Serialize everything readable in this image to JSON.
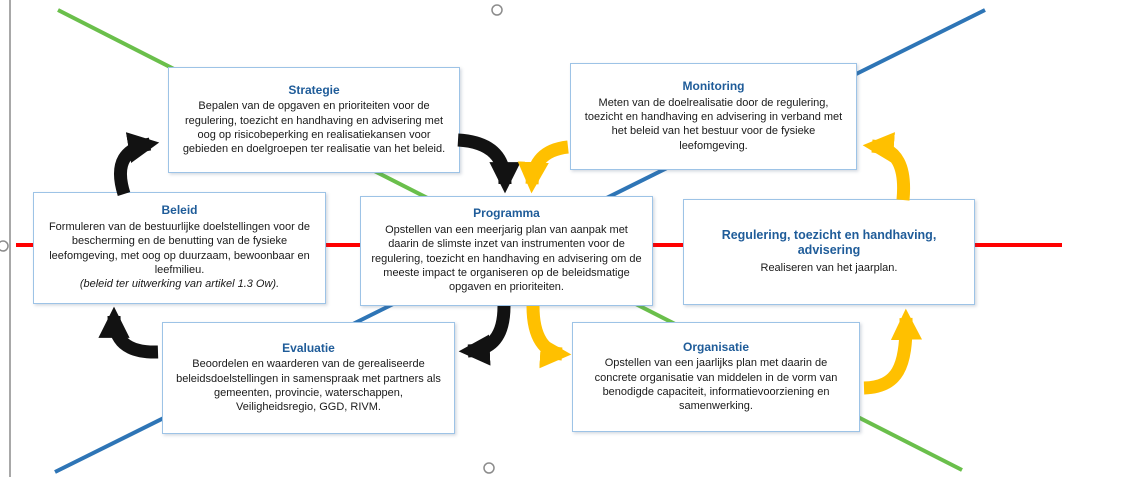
{
  "colors": {
    "title_blue": "#1f5c99",
    "box_border": "#9dc3e6",
    "arrow_black": "#121212",
    "arrow_gold": "#ffc000",
    "line_red": "#ff0000",
    "line_green": "#6abf4b",
    "line_blue": "#2e75b6",
    "handle_gray": "#8c8c8c"
  },
  "boxes": {
    "strategie": {
      "title": "Strategie",
      "body": "Bepalen van de opgaven en prioriteiten voor de regulering, toezicht en handhaving en advisering met oog op risicobeperking en realisatiekansen voor gebieden en doelgroepen ter realisatie van het beleid."
    },
    "monitoring": {
      "title": "Monitoring",
      "body": "Meten van de doelrealisatie door de regulering, toezicht en handhaving en advisering in verband met het beleid van het bestuur voor de fysieke leefomgeving."
    },
    "beleid": {
      "title": "Beleid",
      "body": "Formuleren van de bestuurlijke doelstellingen voor de bescherming en de benutting van de fysieke leefomgeving, met oog op duurzaam, bewoonbaar en leefmilieu.",
      "note": "(beleid ter uitwerking van artikel 1.3 Ow)."
    },
    "programma": {
      "title": "Programma",
      "body": "Opstellen van een meerjarig plan van aanpak met daarin de slimste inzet van instrumenten voor de regulering, toezicht en handhaving en advisering om de meeste impact te organiseren op de beleidsmatige opgaven en prioriteiten."
    },
    "regulering": {
      "title": "Regulering, toezicht en handhaving, advisering",
      "body": "Realiseren van het jaarplan."
    },
    "evaluatie": {
      "title": "Evaluatie",
      "body": "Beoordelen en waarderen van de gerealiseerde beleidsdoelstellingen in samenspraak met partners als gemeenten, provincie, waterschappen, Veiligheidsregio, GGD, RIVM."
    },
    "organisatie": {
      "title": "Organisatie",
      "body": "Opstellen van een jaarlijks plan met daarin de concrete organisatie van middelen in de vorm van benodigde capaciteit, informatievoorziening en samenwerking."
    }
  },
  "connections": [
    {
      "from": "Beleid",
      "to": "Strategie",
      "color": "black"
    },
    {
      "from": "Strategie",
      "to": "Programma",
      "color": "black"
    },
    {
      "from": "Programma",
      "to": "Evaluatie",
      "color": "black"
    },
    {
      "from": "Evaluatie",
      "to": "Beleid",
      "color": "black"
    },
    {
      "from": "Monitoring",
      "to": "Programma",
      "color": "gold"
    },
    {
      "from": "Regulering, toezicht en handhaving, advisering",
      "to": "Monitoring",
      "color": "gold"
    },
    {
      "from": "Programma",
      "to": "Organisatie",
      "color": "gold"
    },
    {
      "from": "Organisatie",
      "to": "Regulering, toezicht en handhaving, advisering",
      "color": "gold"
    }
  ],
  "background_lines": [
    "red-horizontal-center",
    "green-diagonal-topleft-bottomright",
    "blue-diagonal-bottomleft-topright"
  ]
}
